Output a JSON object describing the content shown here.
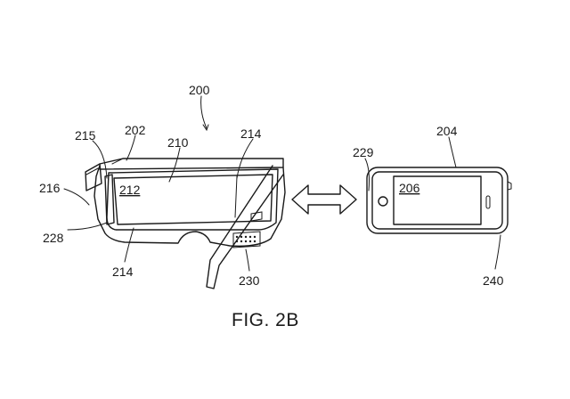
{
  "labels": {
    "l200": "200",
    "l202": "202",
    "l204": "204",
    "l206": "206",
    "l210": "210",
    "l212": "212",
    "l214_top": "214",
    "l214_bottom": "214",
    "l215": "215",
    "l216": "216",
    "l228": "228",
    "l229": "229",
    "l230": "230",
    "l240": "240"
  },
  "caption": "FIG. 2B"
}
